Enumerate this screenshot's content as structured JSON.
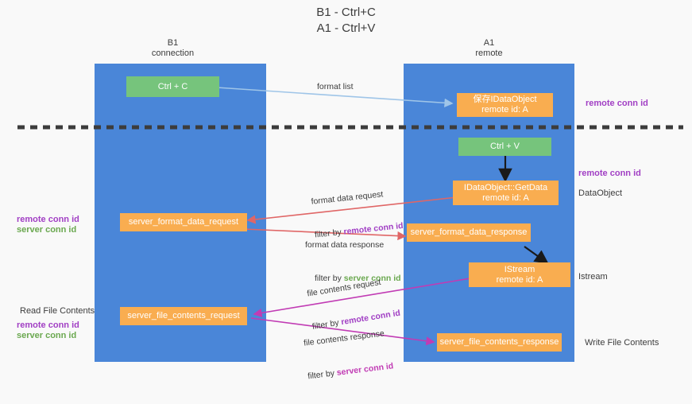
{
  "title": "B1 - Ctrl+C\nA1 - Ctrl+V",
  "colors": {
    "lane": "#4a86d8",
    "box_orange": "#f9ad50",
    "box_green": "#76c47c",
    "remote_conn_id": "#a13fc4",
    "server_conn_id": "#6aa84f",
    "arrow_blue": "#9fc5e8",
    "arrow_red": "#e06666",
    "arrow_magenta": "#c13bb4",
    "arrow_black": "#1a1a1a",
    "background": "#f9f9f9"
  },
  "lanes": [
    {
      "id": "b1",
      "header": "B1\nconnection"
    },
    {
      "id": "a1",
      "header": "A1\nremote"
    }
  ],
  "boxes": [
    {
      "id": "ctrl-c",
      "label": "Ctrl + C",
      "style": "green"
    },
    {
      "id": "save-idataobject",
      "label": "保存IDataObject\nremote id: A",
      "style": "orange"
    },
    {
      "id": "ctrl-v",
      "label": "Ctrl + V",
      "style": "green"
    },
    {
      "id": "idataobject-getdata",
      "label": "IDataObject::GetData\nremote id: A",
      "style": "orange"
    },
    {
      "id": "server-format-data-request",
      "label": "server_format_data_request",
      "style": "orange"
    },
    {
      "id": "server-format-data-response",
      "label": "server_format_data_response",
      "style": "orange"
    },
    {
      "id": "istream",
      "label": "IStream\nremote id: A",
      "style": "orange"
    },
    {
      "id": "server-file-contents-request",
      "label": "server_file_contents_request",
      "style": "orange"
    },
    {
      "id": "server-file-contents-response",
      "label": "server_file_contents_response",
      "style": "orange"
    }
  ],
  "edge_labels": {
    "format_list": "format list",
    "format_data_request": "format data request",
    "format_data_request_filter_prefix": "filter by ",
    "format_data_request_filter_key": "remote conn id",
    "format_data_response": "format data response",
    "format_data_response_filter_prefix": "filter by ",
    "format_data_response_filter_key": "server conn id",
    "file_contents_request": "file contents request",
    "file_contents_request_filter_prefix": "filter by ",
    "file_contents_request_filter_key": "remote conn id",
    "file_contents_response": "file contents response",
    "file_contents_response_filter_prefix": "filter by ",
    "file_contents_response_filter_key": "server conn id"
  },
  "annotations": {
    "right_remote_conn_id_top": "remote conn id",
    "right_remote_conn_id_mid": "remote conn id",
    "right_dataobject": "DataObject",
    "right_istream": "Istream",
    "right_write_file_contents": "Write File Contents",
    "left_remote_conn_id": "remote conn id",
    "left_server_conn_id": "server conn id",
    "left_read_file_contents": "Read File Contents",
    "left_remote_conn_id_2": "remote conn id",
    "left_server_conn_id_2": "server conn id"
  }
}
